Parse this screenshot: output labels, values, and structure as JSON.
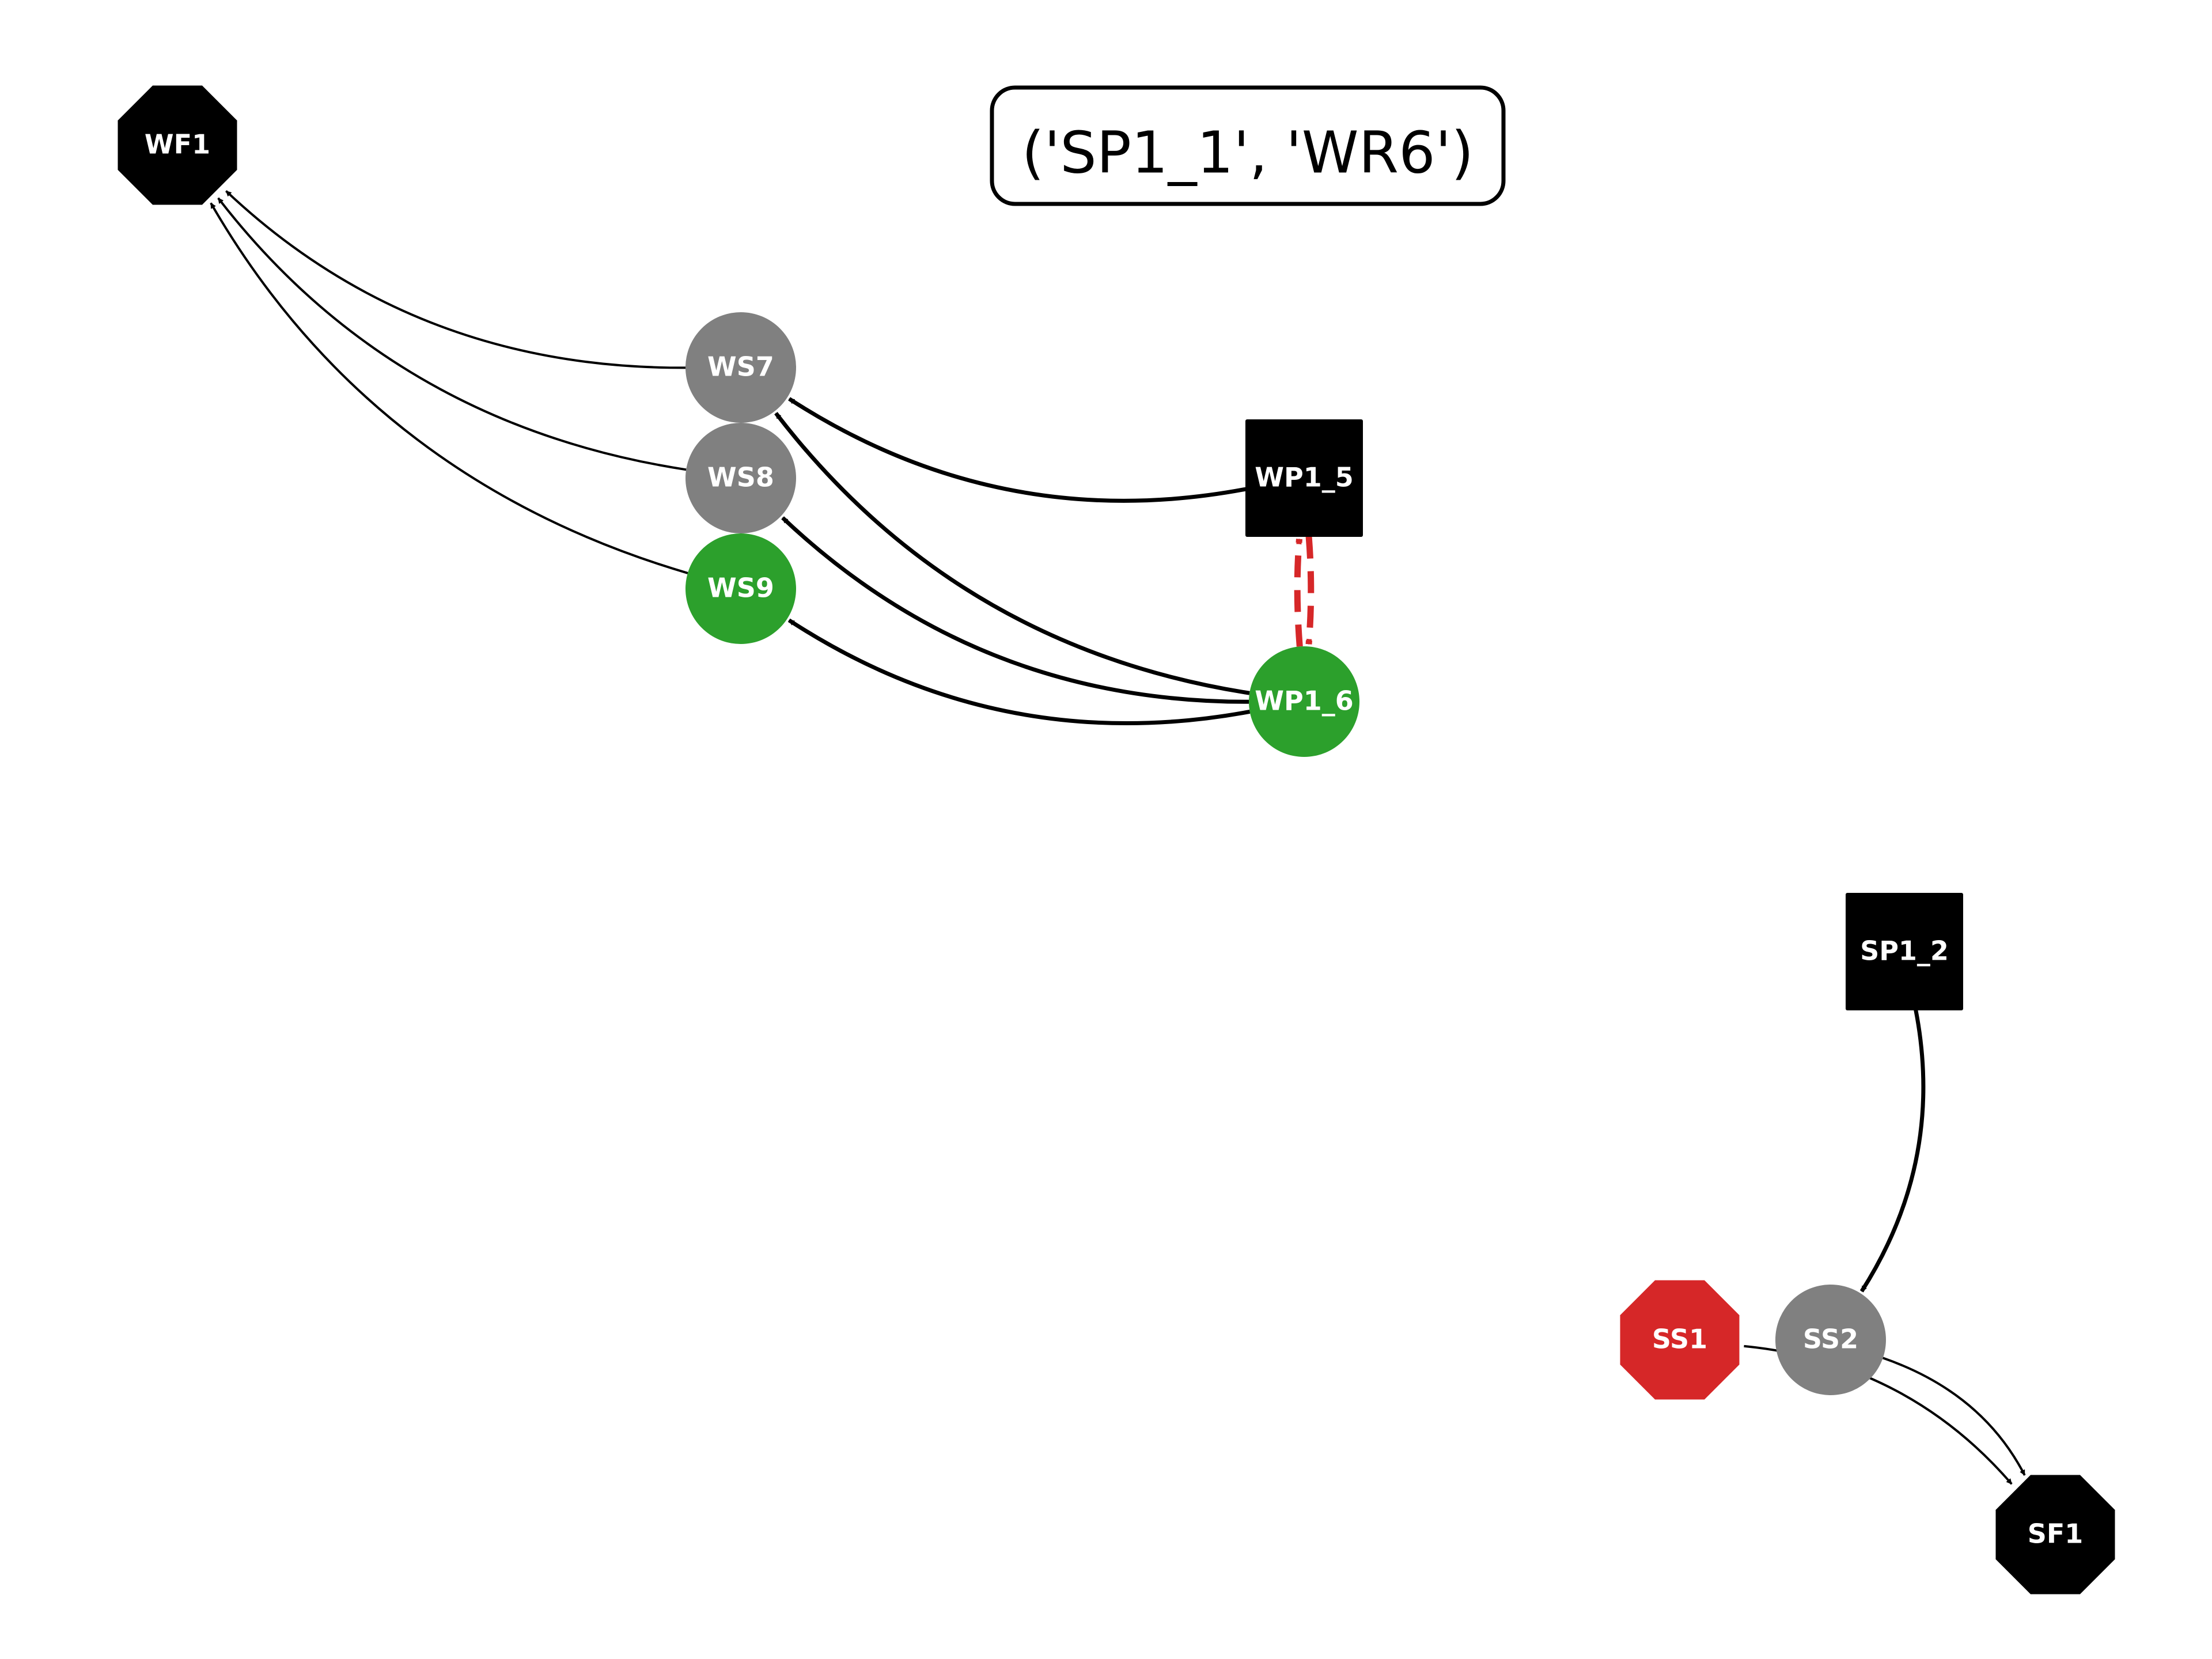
{
  "title": "('SP1_1', 'WR6')",
  "colors": {
    "black": "#000000",
    "gray": "#808080",
    "green": "#2ca02c",
    "red": "#d62728",
    "text": "#ffffff"
  },
  "nodes": [
    {
      "id": "WF1",
      "label": "WF1",
      "shape": "octagon",
      "color": "black"
    },
    {
      "id": "WS7",
      "label": "WS7",
      "shape": "circle",
      "color": "gray"
    },
    {
      "id": "WS8",
      "label": "WS8",
      "shape": "circle",
      "color": "gray"
    },
    {
      "id": "WS9",
      "label": "WS9",
      "shape": "circle",
      "color": "green"
    },
    {
      "id": "WP1_5",
      "label": "WP1_5",
      "shape": "square",
      "color": "black"
    },
    {
      "id": "WP1_6",
      "label": "WP1_6",
      "shape": "circle",
      "color": "green"
    },
    {
      "id": "SP1_2",
      "label": "SP1_2",
      "shape": "square",
      "color": "black"
    },
    {
      "id": "SS1",
      "label": "SS1",
      "shape": "octagon",
      "color": "red"
    },
    {
      "id": "SS2",
      "label": "SS2",
      "shape": "circle",
      "color": "gray"
    },
    {
      "id": "SF1",
      "label": "SF1",
      "shape": "octagon",
      "color": "black"
    }
  ],
  "edges": [
    {
      "from": "WS7",
      "to": "WF1",
      "style": "thin"
    },
    {
      "from": "WS8",
      "to": "WF1",
      "style": "thin"
    },
    {
      "from": "WS9",
      "to": "WF1",
      "style": "thin"
    },
    {
      "from": "WP1_5",
      "to": "WS7",
      "style": "bold"
    },
    {
      "from": "WP1_6",
      "to": "WS7",
      "style": "bold"
    },
    {
      "from": "WP1_6",
      "to": "WS8",
      "style": "bold"
    },
    {
      "from": "WP1_6",
      "to": "WS9",
      "style": "bold"
    },
    {
      "from": "WP1_5",
      "to": "WP1_6",
      "style": "dashed-red"
    },
    {
      "from": "WP1_6",
      "to": "WP1_5",
      "style": "dashed-red"
    },
    {
      "from": "SP1_2",
      "to": "SS2",
      "style": "bold"
    },
    {
      "from": "SS1",
      "to": "SF1",
      "style": "thin"
    },
    {
      "from": "SS2",
      "to": "SF1",
      "style": "thin"
    }
  ]
}
